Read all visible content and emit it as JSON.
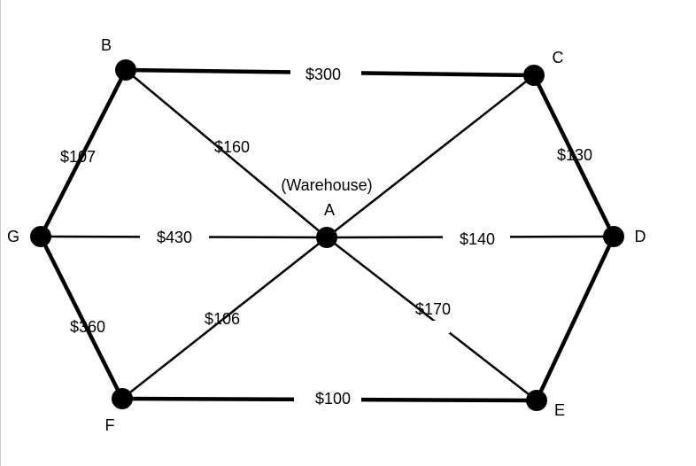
{
  "nodes": [
    {
      "id": "A",
      "label": "A",
      "sublabel": "(Warehouse)"
    },
    {
      "id": "B",
      "label": "B"
    },
    {
      "id": "C",
      "label": "C"
    },
    {
      "id": "D",
      "label": "D"
    },
    {
      "id": "E",
      "label": "E"
    },
    {
      "id": "F",
      "label": "F"
    },
    {
      "id": "G",
      "label": "G"
    }
  ],
  "edges": [
    {
      "id": "B-C",
      "from": "B",
      "to": "C",
      "cost": "$300",
      "weight": "thick"
    },
    {
      "id": "B-G",
      "from": "B",
      "to": "G",
      "cost": "$107",
      "weight": "thick"
    },
    {
      "id": "B-A",
      "from": "B",
      "to": "A",
      "cost": "$160",
      "weight": "thin"
    },
    {
      "id": "C-D",
      "from": "C",
      "to": "D",
      "cost": "$130",
      "weight": "thick"
    },
    {
      "id": "C-A",
      "from": "C",
      "to": "A",
      "cost": "",
      "weight": "thin"
    },
    {
      "id": "G-A",
      "from": "G",
      "to": "A",
      "cost": "$430",
      "weight": "thin"
    },
    {
      "id": "A-D",
      "from": "A",
      "to": "D",
      "cost": "$140",
      "weight": "thin"
    },
    {
      "id": "G-F",
      "from": "G",
      "to": "F",
      "cost": "$360",
      "weight": "thick"
    },
    {
      "id": "F-A",
      "from": "F",
      "to": "A",
      "cost": "$106",
      "weight": "thin"
    },
    {
      "id": "A-E",
      "from": "A",
      "to": "E",
      "cost": "$170",
      "weight": "thin"
    },
    {
      "id": "F-E",
      "from": "F",
      "to": "E",
      "cost": "$100",
      "weight": "thick"
    },
    {
      "id": "D-E",
      "from": "D",
      "to": "E",
      "cost": "",
      "weight": "thick"
    }
  ]
}
